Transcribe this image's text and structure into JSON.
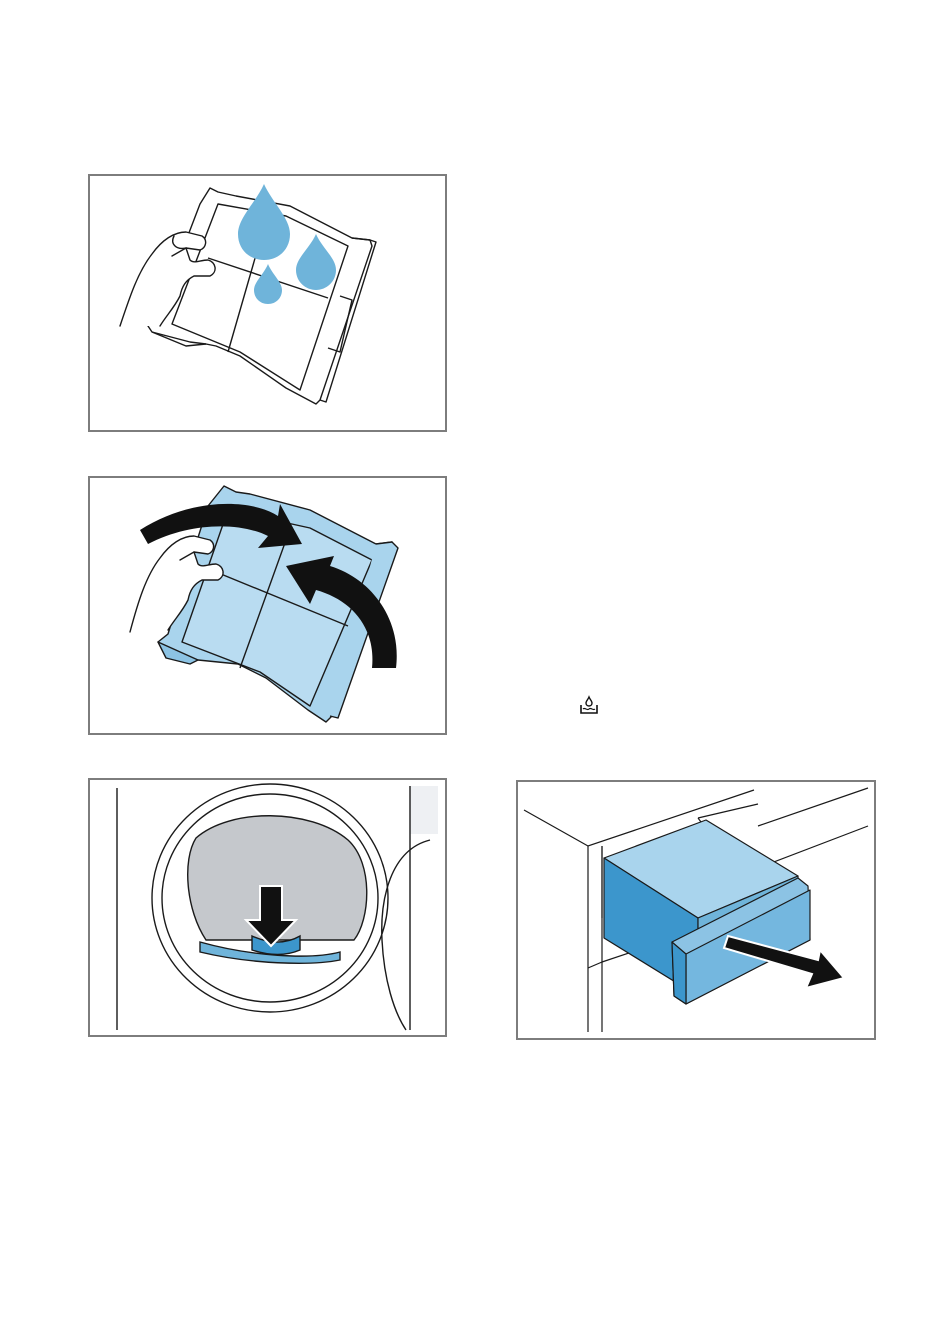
{
  "figures": [
    {
      "id": "panel-1",
      "depicts": "fluff-filter-icon"
    },
    {
      "id": "panel-2",
      "depicts": "fluff-filter-icon"
    },
    {
      "id": "panel-3",
      "depicts": "door-filter-icon"
    },
    {
      "id": "panel-4",
      "depicts": "water-container-icon"
    }
  ],
  "symbols": {
    "inline_icon": "water-container-empty-icon"
  },
  "colors": {
    "panel_border": "#7d7d7d",
    "water_blue": "#6fb4da",
    "filter_light_blue": "#a9d4ed",
    "container_dark_blue": "#3c96cc",
    "drum_grey": "#c5c8cc",
    "line": "#1a1a1a"
  }
}
